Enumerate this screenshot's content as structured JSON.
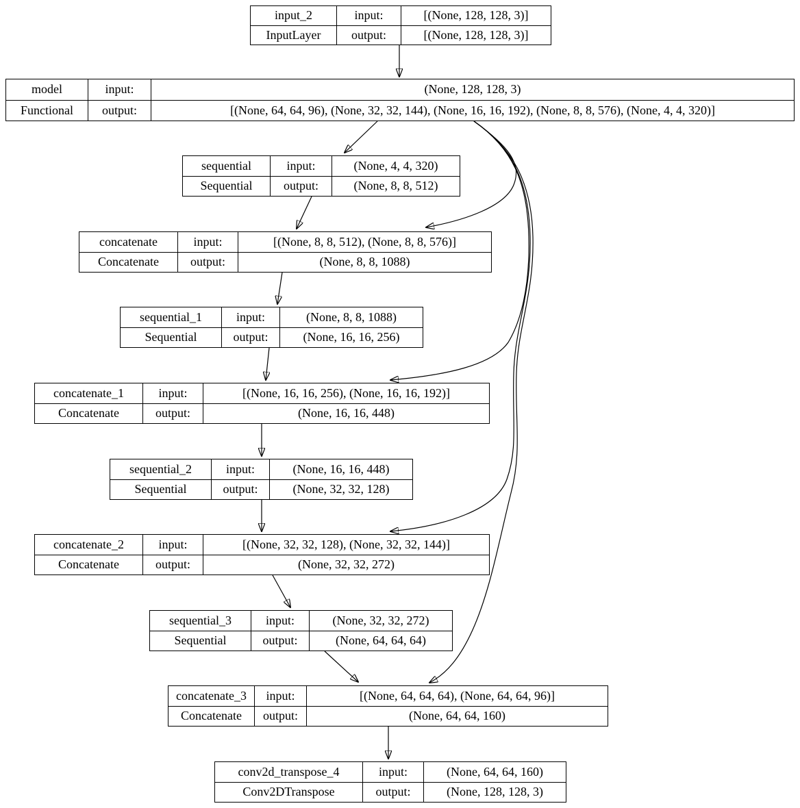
{
  "labels": {
    "input": "input:",
    "output": "output:"
  },
  "colors": {
    "background": "#ffffff",
    "border": "#000000",
    "text": "#000000"
  },
  "nodes": [
    {
      "name": "input_2",
      "type": "InputLayer",
      "input": "[(None, 128, 128, 3)]",
      "output": "[(None, 128, 128, 3)]"
    },
    {
      "name": "model",
      "type": "Functional",
      "input": "(None, 128, 128, 3)",
      "output": "[(None, 64, 64, 96), (None, 32, 32, 144), (None, 16, 16, 192), (None, 8, 8, 576), (None, 4, 4, 320)]"
    },
    {
      "name": "sequential",
      "type": "Sequential",
      "input": "(None, 4, 4, 320)",
      "output": "(None, 8, 8, 512)"
    },
    {
      "name": "concatenate",
      "type": "Concatenate",
      "input": "[(None, 8, 8, 512), (None, 8, 8, 576)]",
      "output": "(None, 8, 8, 1088)"
    },
    {
      "name": "sequential_1",
      "type": "Sequential",
      "input": "(None, 8, 8, 1088)",
      "output": "(None, 16, 16, 256)"
    },
    {
      "name": "concatenate_1",
      "type": "Concatenate",
      "input": "[(None, 16, 16, 256), (None, 16, 16, 192)]",
      "output": "(None, 16, 16, 448)"
    },
    {
      "name": "sequential_2",
      "type": "Sequential",
      "input": "(None, 16, 16, 448)",
      "output": "(None, 32, 32, 128)"
    },
    {
      "name": "concatenate_2",
      "type": "Concatenate",
      "input": "[(None, 32, 32, 128), (None, 32, 32, 144)]",
      "output": "(None, 32, 32, 272)"
    },
    {
      "name": "sequential_3",
      "type": "Sequential",
      "input": "(None, 32, 32, 272)",
      "output": "(None, 64, 64, 64)"
    },
    {
      "name": "concatenate_3",
      "type": "Concatenate",
      "input": "[(None, 64, 64, 64), (None, 64, 64, 96)]",
      "output": "(None, 64, 64, 160)"
    },
    {
      "name": "conv2d_transpose_4",
      "type": "Conv2DTranspose",
      "input": "(None, 64, 64, 160)",
      "output": "(None, 128, 128, 3)"
    }
  ],
  "edges": [
    {
      "from": "input_2",
      "to": "model"
    },
    {
      "from": "model",
      "to": "sequential"
    },
    {
      "from": "model",
      "to": "concatenate"
    },
    {
      "from": "sequential",
      "to": "concatenate"
    },
    {
      "from": "concatenate",
      "to": "sequential_1"
    },
    {
      "from": "model",
      "to": "concatenate_1"
    },
    {
      "from": "sequential_1",
      "to": "concatenate_1"
    },
    {
      "from": "concatenate_1",
      "to": "sequential_2"
    },
    {
      "from": "model",
      "to": "concatenate_2"
    },
    {
      "from": "sequential_2",
      "to": "concatenate_2"
    },
    {
      "from": "concatenate_2",
      "to": "sequential_3"
    },
    {
      "from": "model",
      "to": "concatenate_3"
    },
    {
      "from": "sequential_3",
      "to": "concatenate_3"
    },
    {
      "from": "concatenate_3",
      "to": "conv2d_transpose_4"
    }
  ]
}
